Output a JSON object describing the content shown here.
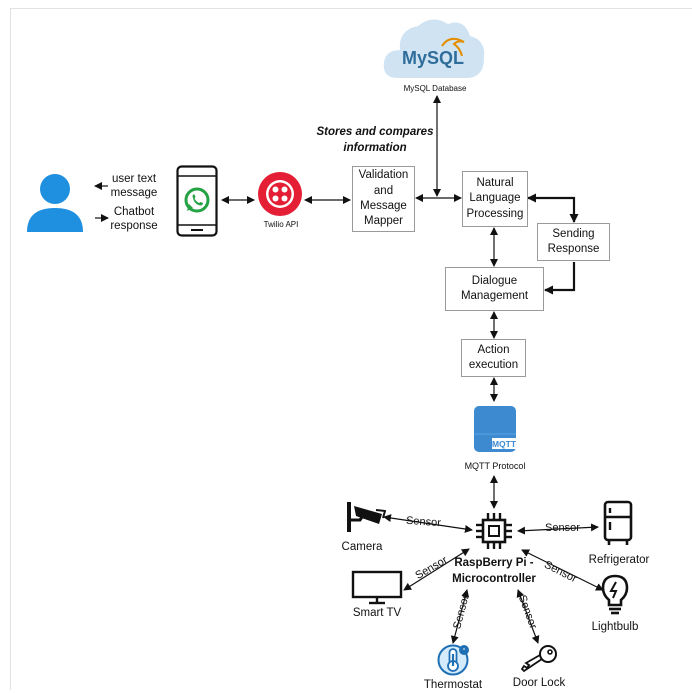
{
  "user": {
    "text_message_line1": "user text",
    "text_message_line2": "message",
    "response_line1": "Chatbot",
    "response_line2": "response"
  },
  "twilio": {
    "label": "Twilio API"
  },
  "mysql": {
    "logo_text": "MySQL",
    "label": "MySQL Database"
  },
  "stores_note": {
    "line1": "Stores and compares",
    "line2": "information"
  },
  "boxes": {
    "validation": {
      "line1": "Validation",
      "line2": "and",
      "line3": "Message",
      "line4": "Mapper"
    },
    "nlp": {
      "line1": "Natural",
      "line2": "Language",
      "line3": "Processing"
    },
    "sending": {
      "line1": "Sending",
      "line2": "Response"
    },
    "dialogue": {
      "line1": "Dialogue",
      "line2": "Management"
    },
    "action": {
      "line1": "Action",
      "line2": "execution"
    }
  },
  "mqtt": {
    "badge": "MQTT",
    "label": "MQTT Protocol"
  },
  "controller": {
    "line1": "RaspBerry Pi -",
    "line2": "Microcontroller"
  },
  "devices": {
    "camera": "Camera",
    "refrigerator": "Refrigerator",
    "smart_tv": "Smart TV",
    "lightbulb": "Lightbulb",
    "thermostat": "Thermostat",
    "door_lock": "Door Lock"
  },
  "sensor_label": "Sensor",
  "colors": {
    "mysql_cloud": "#cfe3f3",
    "mysql_blue": "#2f6e9a",
    "mysql_orange": "#e48e00",
    "twilio_red": "#e31e35",
    "user_blue": "#1f8fe0",
    "whatsapp_green": "#25a244",
    "mqtt_blue": "#3d8ad1"
  }
}
